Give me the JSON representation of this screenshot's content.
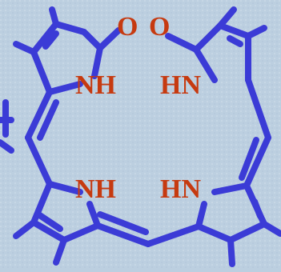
{
  "colors": {
    "bond": "#3b3bd6",
    "atom_label": "#c63a10",
    "background": "#bccfe0",
    "speckle": "#d3e0ec"
  },
  "labels": {
    "oxygen_left": "O",
    "oxygen_right": "O",
    "nh_top_left": "NH",
    "hn_top_right": "HN",
    "nh_bottom_left": "NH",
    "hn_bottom_right": "HN"
  }
}
